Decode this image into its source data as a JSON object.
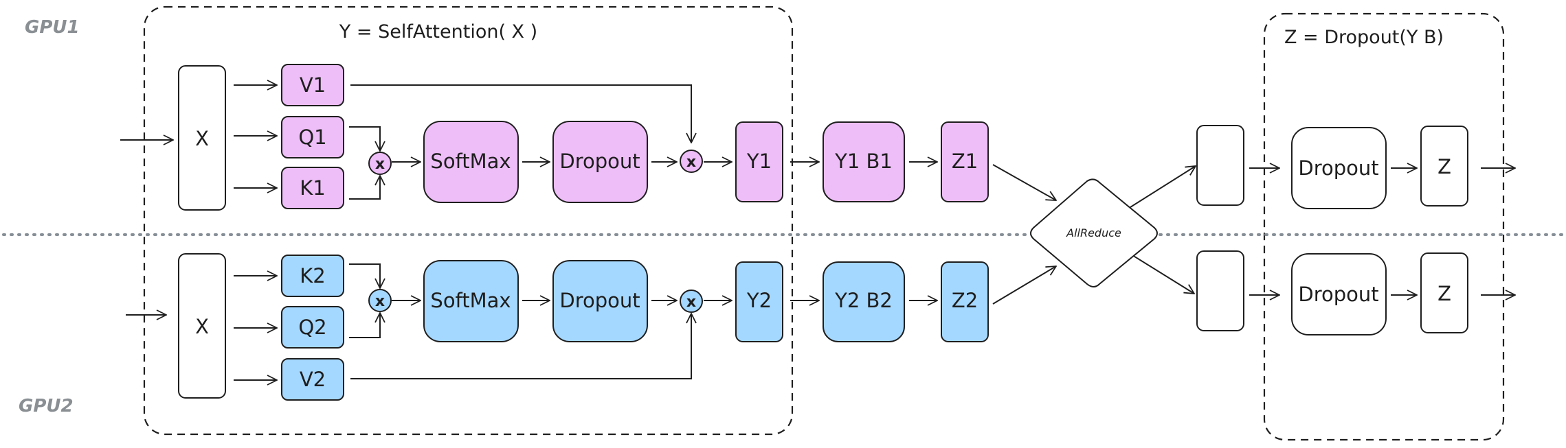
{
  "gpu_labels": {
    "gpu1": "GPU1",
    "gpu2": "GPU2"
  },
  "titles": {
    "attention": "Y = SelfAttention( X )",
    "dropout": "Z = Dropout(Y B)"
  },
  "allreduce": "AllReduce",
  "multiply_symbol": "x",
  "colors": {
    "gpu1_fill": "#eebef8",
    "gpu2_fill": "#a5d8ff",
    "stroke": "#1e1e1e",
    "divider": "#868e96"
  },
  "gpu1": {
    "x": "X",
    "v": "V1",
    "q": "Q1",
    "k": "K1",
    "softmax": "SoftMax",
    "dropout": "Dropout",
    "y": "Y1",
    "yb": "Y1 B1",
    "z": "Z1",
    "post_dropout": "Dropout",
    "out": "Z"
  },
  "gpu2": {
    "x": "X",
    "k": "K2",
    "q": "Q2",
    "v": "V2",
    "softmax": "SoftMax",
    "dropout": "Dropout",
    "y": "Y2",
    "yb": "Y2 B2",
    "z": "Z2",
    "post_dropout": "Dropout",
    "out": "Z"
  }
}
